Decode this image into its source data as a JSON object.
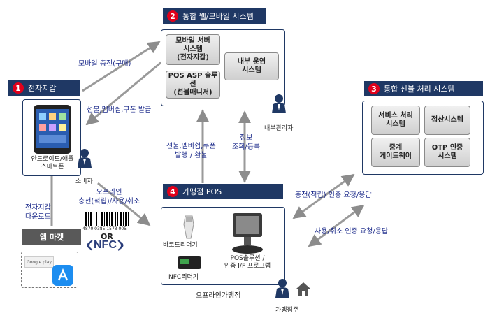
{
  "systems": {
    "wallet": {
      "number": "1",
      "title": "전자지갑"
    },
    "integrated_web": {
      "number": "2",
      "title": "통합 웹/모바일 시스템"
    },
    "prepaid": {
      "number": "3",
      "title": "통합 선불 처리 시스템"
    },
    "pos": {
      "number": "4",
      "title": "가맹점 POS"
    }
  },
  "web_boxes": {
    "mobile_server": "모바일 서버\n시스템\n(전자지갑)",
    "pos_asp": "POS ASP 솔루션\n(선불매니저)",
    "internal_ops": "내부 운영\n시스템"
  },
  "prepaid_boxes": {
    "service": "서비스 처리\n시스템",
    "settlement": "정산시스템",
    "relay": "중계\n게이트웨이",
    "otp": "OTP 인증\n시스템"
  },
  "arrow_labels": {
    "mobile_charge": "모바일 충전(구매)",
    "issue_coupon": "선불,멤버쉽,쿠폰 발급",
    "issue_refund": "선불,멤버쉽,쿠폰\n발행 / 환불",
    "info_query": "정보\n조회/등록",
    "offline_charge": "오프라인\n충전(적립)/사용/취소",
    "wallet_download": "전자지갑\n다운로드",
    "charge_auth": "충전(적립) 인증 요청/응답",
    "use_cancel_auth": "사용/취소 인증 요청/응답"
  },
  "captions": {
    "smartphone": "안드로이드/애플\n스마트폰",
    "consumer": "소비자",
    "admin": "내부관리자",
    "barcode_reader": "바코드리더기",
    "nfc_reader": "NFC리더기",
    "pos_solution": "POS솔루션 /\n인증 I/F 프로그램",
    "offline_store": "오프라인가맹점",
    "store_owner": "가맹점주",
    "barcode_digits": "4870 0385 1573 005",
    "or": "OR",
    "nfc": "NFC"
  },
  "app_market": {
    "title": "앱 마켓",
    "google_play": "Google play"
  },
  "colors": {
    "header": "#1f3864",
    "badge": "#e0001b",
    "label": "#1b2a8a",
    "arrow": "#9a9a9a"
  }
}
